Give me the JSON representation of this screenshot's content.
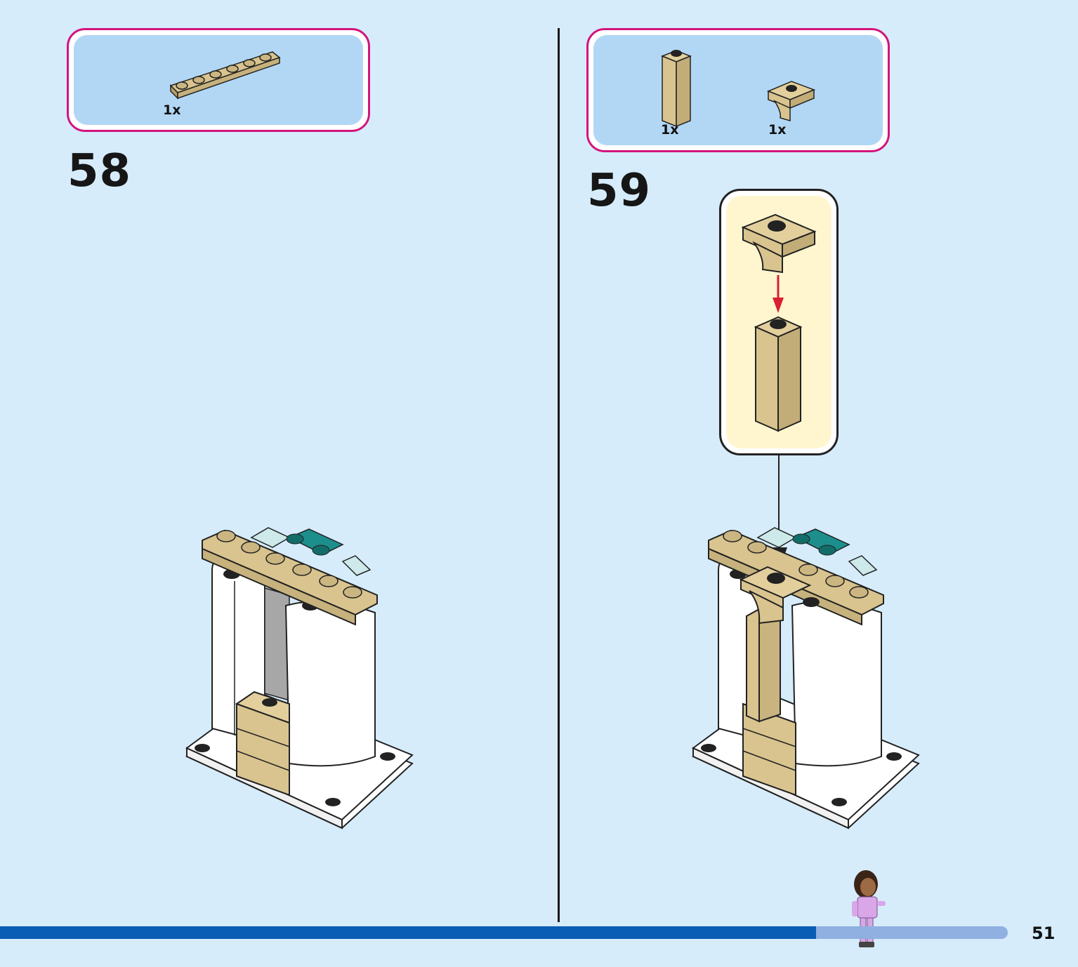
{
  "steps": [
    {
      "number": "58",
      "parts": [
        {
          "qty": "1x"
        }
      ]
    },
    {
      "number": "59",
      "parts": [
        {
          "qty": "1x"
        },
        {
          "qty": "1x"
        }
      ]
    }
  ],
  "page_number": "51",
  "progress": 0.81,
  "colors": {
    "background": "#d6ecfb",
    "parts_border": "#d4147c",
    "parts_fill": "#b2d7f5",
    "tan_brick": "#d9c48f",
    "white_brick": "#ffffff",
    "teal_plate": "#1c8f8c",
    "progress_fill": "#0a5db5",
    "progress_track": "#8fb0e0"
  }
}
